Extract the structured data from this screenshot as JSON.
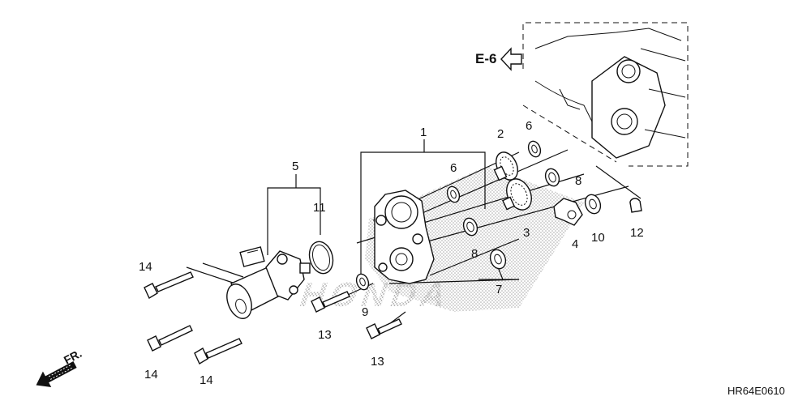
{
  "ref_arrow": {
    "label": "E-6",
    "icon": "hollow-left-arrow-icon"
  },
  "front_arrow": {
    "label": "FR.",
    "icon": "front-direction-arrow-icon"
  },
  "diagram_code": "HR64E0610",
  "watermark": "HONDA",
  "callouts": {
    "c1": "1",
    "c2": "2",
    "c3": "3",
    "c4": "4",
    "c5": "5",
    "c6a": "6",
    "c6b": "6",
    "c7": "7",
    "c8a": "8",
    "c8b": "8",
    "c9": "9",
    "c10": "10",
    "c11": "11",
    "c12": "12",
    "c13a": "13",
    "c13b": "13",
    "c14a": "14",
    "c14b": "14",
    "c14c": "14"
  },
  "colors": {
    "ink": "#111111",
    "paper": "#ffffff",
    "stipple": "#9a9a9a"
  }
}
